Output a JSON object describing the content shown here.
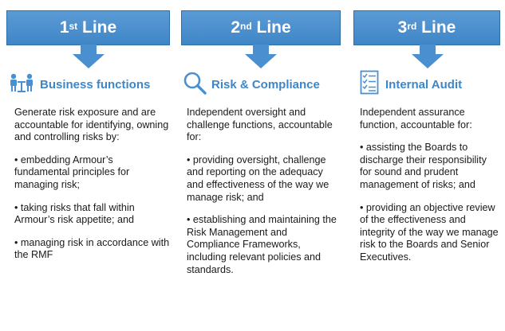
{
  "columns": [
    {
      "banner_ordinal": "1",
      "banner_sup": "st",
      "banner_word": " Line",
      "heading": "Business functions",
      "icon": "people-at-desk-icon",
      "intro": "Generate risk exposure and are accountable for identifying, owning and controlling risks by:",
      "bullets": [
        "• embedding Armour’s fundamental principles for managing risk;",
        "• taking risks that fall within Armour’s risk appetite; and",
        "• managing risk in accordance with the RMF"
      ]
    },
    {
      "banner_ordinal": "2",
      "banner_sup": "nd",
      "banner_word": " Line",
      "heading": "Risk & Compliance",
      "icon": "magnifier-icon",
      "intro": "Independent oversight and challenge functions, accountable for:",
      "bullets": [
        "• providing oversight, challenge and reporting on the adequacy and effectiveness of the way we manage risk; and",
        "• establishing and maintaining the Risk Management and Compliance Frameworks, including relevant policies and standards."
      ]
    },
    {
      "banner_ordinal": "3",
      "banner_sup": "rd",
      "banner_word": " Line",
      "heading": "Internal Audit",
      "icon": "checklist-icon",
      "intro": "Independent assurance function, accountable for:",
      "bullets": [
        "• assisting the Boards to discharge their responsibility for sound and prudent management of risks; and",
        "• providing an objective review of the effectiveness and integrity of the way we manage risk to the Boards and Senior Executives."
      ]
    }
  ],
  "colors": {
    "banner": "#4a90d0",
    "heading": "#3f86c7",
    "arrow": "#4a90d0"
  }
}
